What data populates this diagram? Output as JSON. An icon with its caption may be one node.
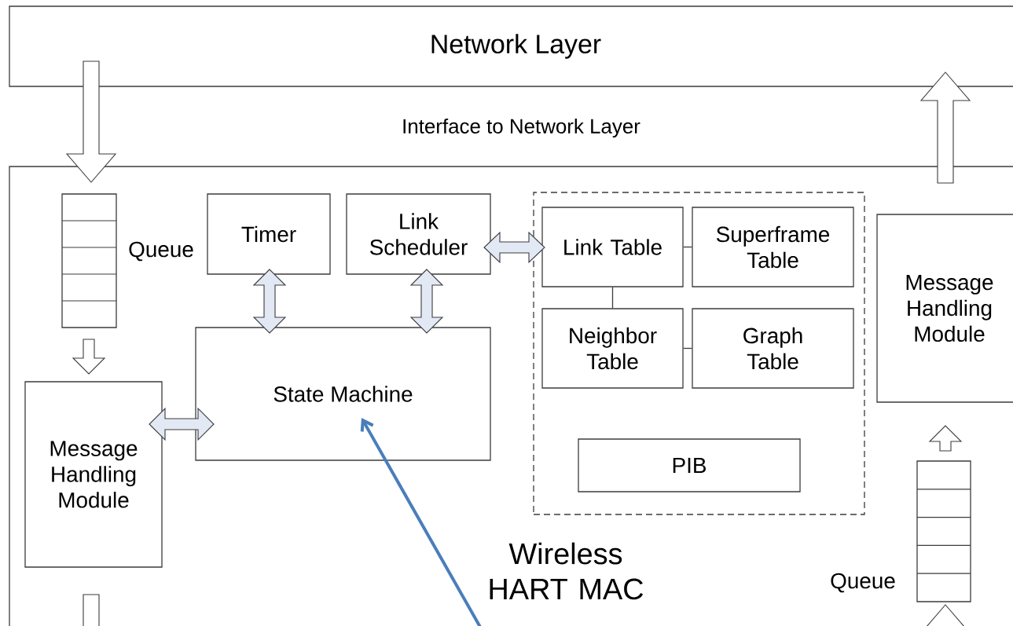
{
  "diagram": {
    "nodes": [
      {
        "text": [
          "Network Layer"
        ]
      },
      {
        "text": [
          "Wireless HART MAC"
        ]
      },
      {
        "text": [],
        "shape": "box",
        "beside": [
          "Queue"
        ],
        "in": 1
      },
      {
        "text": [
          "Timer"
        ],
        "in": 1
      },
      {
        "text": [
          "Link Scheduler"
        ],
        "in": 1
      },
      {
        "text": [],
        "shape": "box",
        "in": 1
      },
      {
        "text": [
          "Link Table"
        ],
        "in": 5
      },
      {
        "text": [
          "Superframe Table"
        ],
        "in": 5
      },
      {
        "text": [
          "Neighbor Table"
        ],
        "in": 5
      },
      {
        "text": [
          "Graph Table"
        ],
        "in": 5
      },
      {
        "text": [
          "PIB"
        ],
        "in": 5
      },
      {
        "text": [
          "Message Handling Module"
        ],
        "in": 1
      },
      {
        "text": [
          "State Machine"
        ],
        "in": 1
      },
      {
        "text": [
          "Message Handling Module"
        ],
        "in": 1
      },
      {
        "text": [],
        "shape": "box",
        "beside": [
          "Queue"
        ],
        "in": 1
      }
    ],
    "edges": [
      {
        "from": 0,
        "to": 2,
        "arrow": "to"
      },
      {
        "from": 2,
        "to": 13,
        "arrow": "to"
      },
      {
        "from": 3,
        "to": 12,
        "arrow": "both"
      },
      {
        "from": 4,
        "to": 12,
        "arrow": "both"
      },
      {
        "from": 13,
        "to": 12,
        "arrow": "both"
      },
      {
        "from": 4,
        "to": 6,
        "arrow": "both"
      },
      {
        "from": 6,
        "to": 7,
        "arrow": "none"
      },
      {
        "from": 6,
        "to": 8,
        "arrow": "none"
      },
      {
        "from": 8,
        "to": 9,
        "arrow": "none"
      },
      {
        "from": 14,
        "to": 11,
        "arrow": "to"
      },
      {
        "from": 1,
        "to": 0,
        "arrow": "to"
      },
      {
        "from": 13,
        "to": null,
        "arrow": "none"
      },
      {
        "from": null,
        "to": 14,
        "arrow": "to"
      },
      {
        "from": null,
        "to": 12,
        "arrow": "to",
        "style": "thick",
        "color": "#4a7ebb"
      }
    ],
    "labels": [
      "Interface to Network Layer"
    ]
  }
}
